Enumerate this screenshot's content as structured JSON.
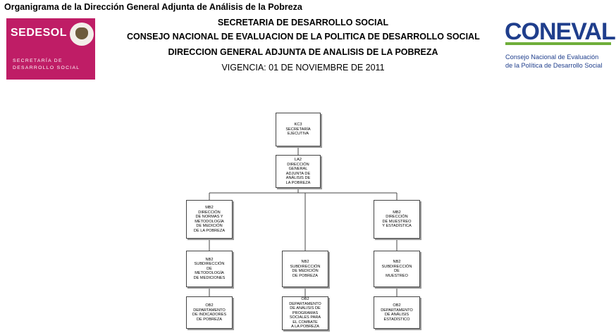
{
  "page_title": "Organigrama de la Dirección General Adjunta de Análisis de la Pobreza",
  "header": {
    "line1": "SECRETARIA DE DESARROLLO SOCIAL",
    "line2": "CONSEJO NACIONAL DE EVALUACION DE LA POLITICA DE DESARROLLO SOCIAL",
    "line3": "DIRECCION GENERAL ADJUNTA DE ANALISIS DE LA POBREZA",
    "line4": "VIGENCIA: 01 DE NOVIEMBRE DE 2011"
  },
  "sedesol_logo": {
    "wordmark": "SEDESOL",
    "caption_line1": "SECRETARÍA DE",
    "caption_line2": "DESARROLLO SOCIAL",
    "color": "#bf1d66"
  },
  "coneval_logo": {
    "wordmark": "CONEVAL",
    "subtitle_line1": "Consejo Nacional de Evaluación",
    "subtitle_line2": "de la Política de Desarrollo Social",
    "color": "#1f3e8c",
    "accent": "#6fae3a"
  },
  "org_chart": {
    "nodes": [
      {
        "id": "kc3",
        "text": "KC3\nSECRETARÍA\nEJECUTIVA"
      },
      {
        "id": "la2",
        "text": "LA2\nDIRECCIÓN\nGENERAL\nADJUNTA DE\nANÁLISIS DE\nLA POBREZA"
      },
      {
        "id": "mb2a",
        "text": "MB2\nDIRECCIÓN\nDE NORMAS Y\nMETODOLOGÍA\nDE MEDICIÓN\nDE LA POBREZA"
      },
      {
        "id": "mb2b",
        "text": "MB2\nDIRECCIÓN\nDE MUESTREO\nY ESTADÍSTICA"
      },
      {
        "id": "nb2a",
        "text": "NB2\nSUBDIRECCIÓN\nDE\nMETODOLOGÍA\nDE MEDICIONES"
      },
      {
        "id": "nb2b",
        "text": "NB2\nSUBDIRECCIÓN\nDE MEDICIÓN\nDE POBREZA"
      },
      {
        "id": "nb2c",
        "text": "NB2\nSUBDIRECCIÓN\nDE\nMUESTREO"
      },
      {
        "id": "ob2a",
        "text": "OB2\nDEPARTAMENTO\nDE INDICADORES\nDE POBREZA"
      },
      {
        "id": "ob2b",
        "text": "OB2\nDEPARTAMENTO\nDE ANÁLISIS DE\nPROGRAMAS\nSOCIALES PARA\nEL COMBATE\nA LA POBREZA"
      },
      {
        "id": "ob2c",
        "text": "OB2\nDEPARTAMENTO\nDE ANÁLISIS\nESTADÍSTICO"
      }
    ],
    "edges": [
      [
        "kc3",
        "la2"
      ],
      [
        "la2",
        "mb2a"
      ],
      [
        "la2",
        "nb2b"
      ],
      [
        "la2",
        "mb2b"
      ],
      [
        "mb2a",
        "nb2a"
      ],
      [
        "nb2a",
        "ob2a"
      ],
      [
        "nb2b",
        "ob2b"
      ],
      [
        "mb2b",
        "nb2c"
      ],
      [
        "nb2c",
        "ob2c"
      ]
    ]
  }
}
